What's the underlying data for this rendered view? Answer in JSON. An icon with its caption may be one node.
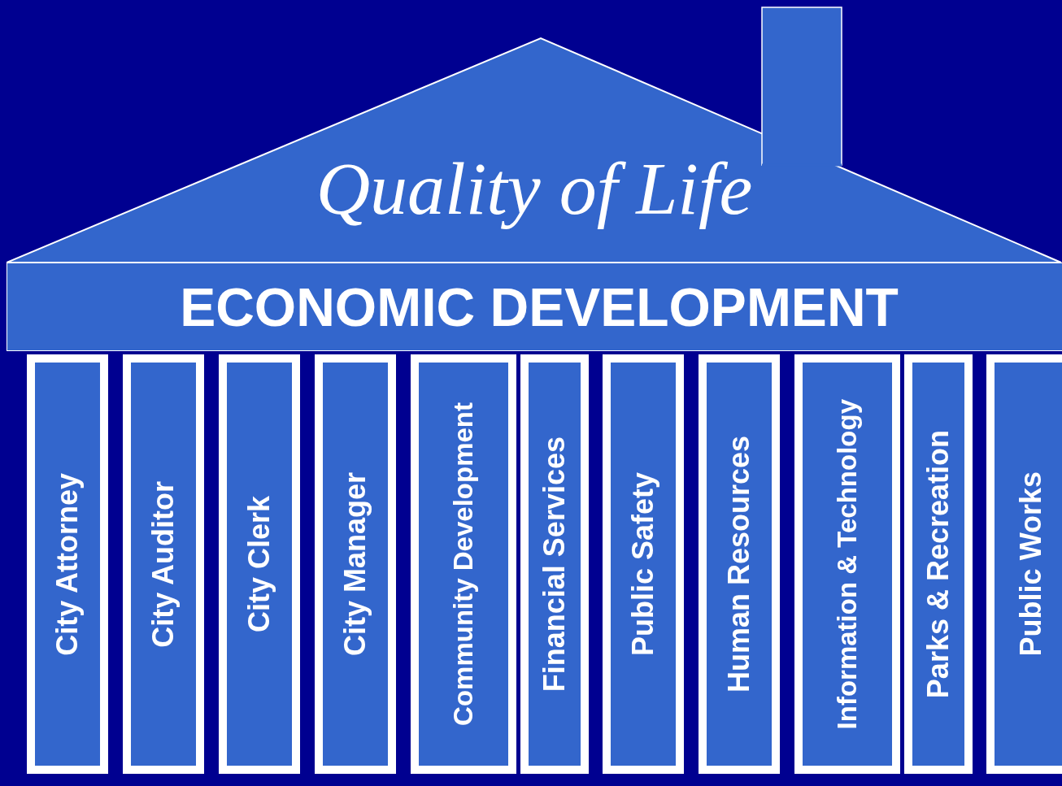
{
  "diagram": {
    "nodes": [
      {
        "text": [
          "Quality of Life"
        ]
      },
      {
        "text": [
          "ECONOMIC DEVELOPMENT"
        ]
      },
      {
        "text": [
          "City Attorney"
        ]
      },
      {
        "text": [
          "City Auditor"
        ]
      },
      {
        "text": [
          "City Clerk"
        ]
      },
      {
        "text": [
          "City Manager"
        ]
      },
      {
        "text": [
          "Community Development"
        ]
      },
      {
        "text": [
          "Financial Services"
        ]
      },
      {
        "text": [
          "Public Safety"
        ]
      },
      {
        "text": [
          "Human Resources"
        ]
      },
      {
        "text": [
          "Information & Technology"
        ]
      },
      {
        "text": [
          "Parks & Recreation"
        ]
      },
      {
        "text": [
          "Public Works"
        ]
      }
    ]
  }
}
